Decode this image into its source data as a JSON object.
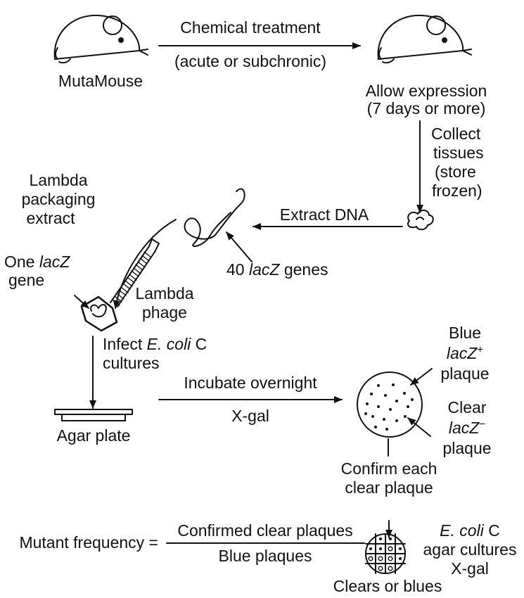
{
  "labels": {
    "mutamouse": "MutaMouse",
    "chemical_treatment": "Chemical treatment",
    "acute_or_subchronic": "(acute or subchronic)",
    "allow_expression": "Allow expression",
    "seven_days": "(7 days or more)",
    "collect": "Collect",
    "tissues": "tissues",
    "store": "(store",
    "frozen": "frozen)",
    "extract_dna": "Extract DNA",
    "lambda": "Lambda",
    "packaging": "packaging",
    "extract": "extract",
    "forty": "40 ",
    "lacz": "lacZ",
    "genes": " genes",
    "one": "One ",
    "gene": "gene",
    "lambda2": "Lambda",
    "phage": "phage",
    "infect": "Infect ",
    "ecoli": "E. coli",
    "c": " C",
    "cultures": "cultures",
    "agar_plate": "Agar plate",
    "incubate": "Incubate overnight",
    "xgal": "X-gal",
    "blue": "Blue",
    "plus": "+",
    "plaque": "plaque",
    "clear": "Clear",
    "minus": "−",
    "confirm": "Confirm each",
    "clear_plaque": "clear plaque",
    "mutant_frequency": "Mutant frequency =",
    "numerator": "Confirmed clear plaques",
    "denominator": "Blue plaques",
    "agar_cultures": "agar cultures",
    "xgal2": "X-gal",
    "clears_or_blues": "Clears or blues"
  },
  "colors": {
    "ink": "#111111",
    "background": "#ffffff"
  }
}
